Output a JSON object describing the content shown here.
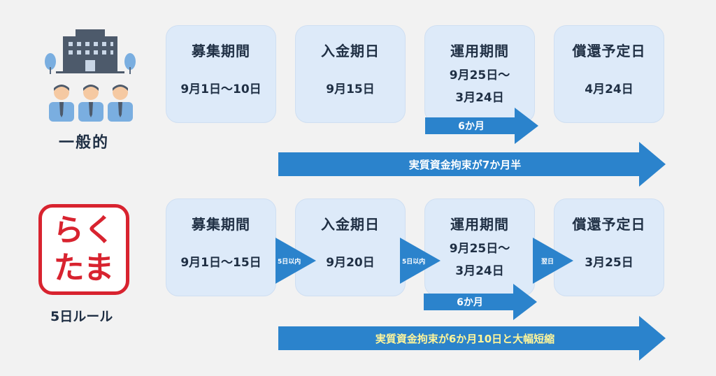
{
  "general": {
    "label": "一般的",
    "cards": [
      {
        "title": "募集期間",
        "value": "9月1日〜10日"
      },
      {
        "title": "入金期日",
        "value": "9月15日"
      },
      {
        "title": "運用期間",
        "value_line1": "9月25日〜",
        "value_line2": "3月24日"
      },
      {
        "title": "償還予定日",
        "value": "4月24日"
      }
    ],
    "period_arrow": "6か月",
    "lock_arrow": "実質資金拘束が7か月半"
  },
  "rakutama": {
    "logo_line1": "らく",
    "logo_line2": "たま",
    "label": "5日ルール",
    "cards": [
      {
        "title": "募集期間",
        "value": "9月1日〜15日"
      },
      {
        "title": "入金期日",
        "value": "9月20日"
      },
      {
        "title": "運用期間",
        "value_line1": "9月25日〜",
        "value_line2": "3月24日"
      },
      {
        "title": "償還予定日",
        "value": "3月25日"
      }
    ],
    "step_arrows": [
      "5日以内",
      "5日以内",
      "翌日"
    ],
    "period_arrow": "6か月",
    "lock_arrow": "実質資金拘束が6か月10日と大幅短縮"
  },
  "colors": {
    "background": "#f2f2f2",
    "card": "#ddeaf9",
    "arrow": "#2b83cc",
    "logo_red": "#d8232f",
    "text": "#1f2f44",
    "highlight_text": "#fff59a"
  }
}
